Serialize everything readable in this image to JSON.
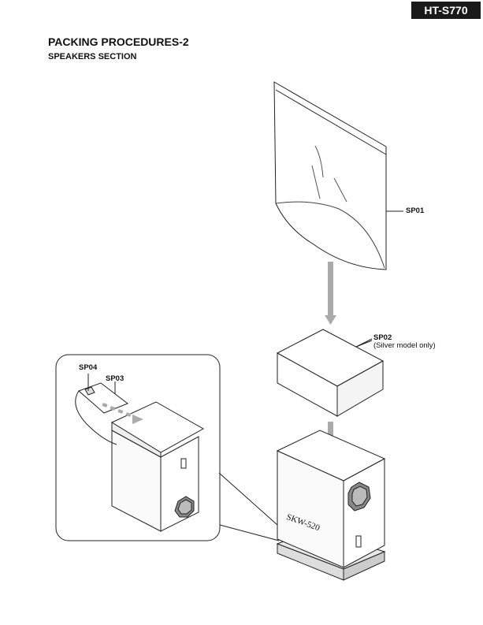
{
  "header": {
    "model": "HT-S770",
    "title": "PACKING PROCEDURES-2",
    "section": "SPEAKERS SECTION"
  },
  "parts": {
    "sp01": "SP01",
    "sp02": "SP02",
    "sp02_note": "(Silver model only)",
    "sp03": "SP03",
    "sp04": "SP04"
  },
  "product": {
    "model_marking": "SKW-520"
  }
}
